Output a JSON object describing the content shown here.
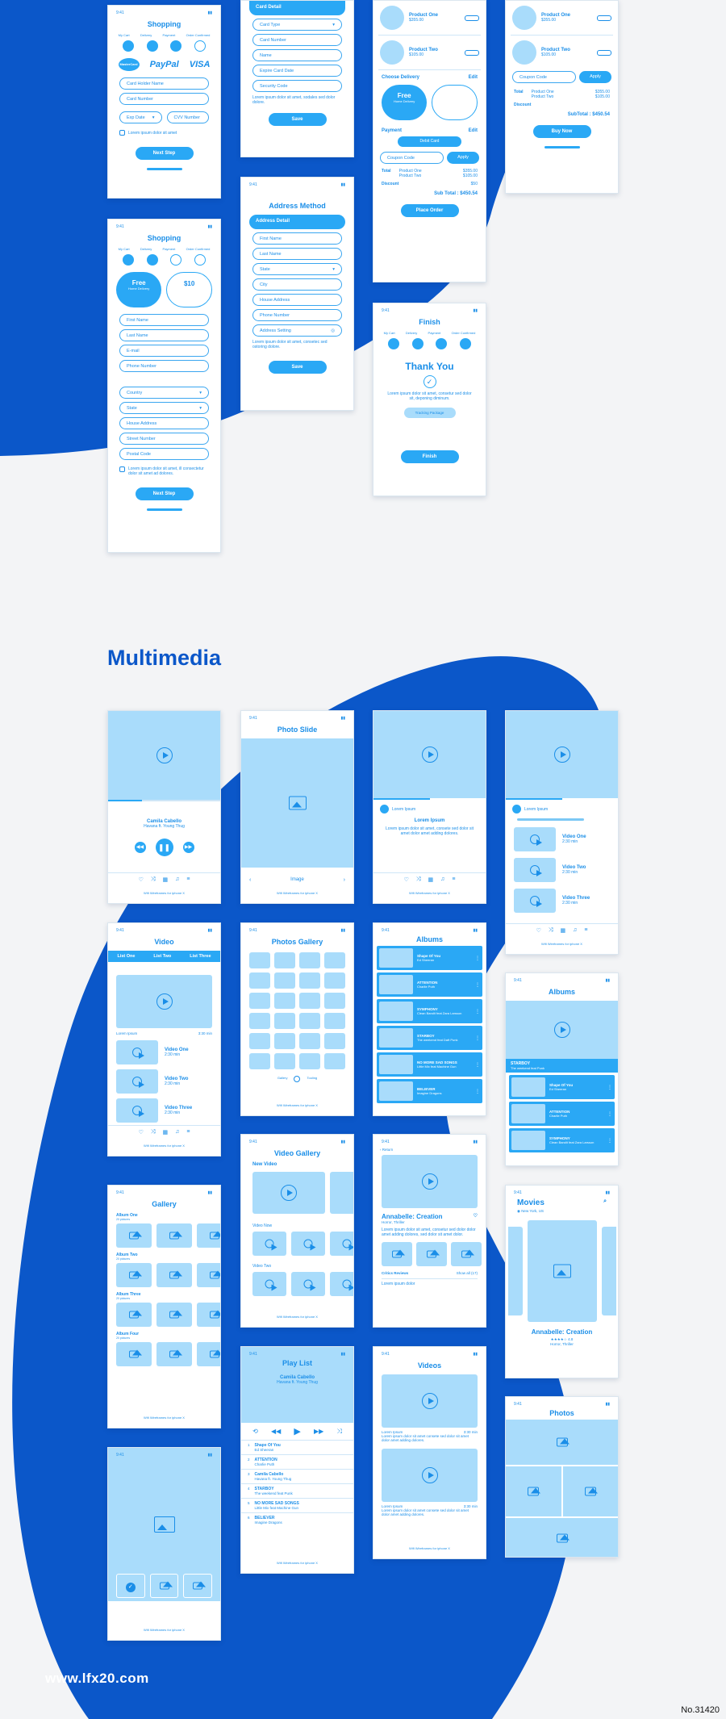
{
  "colors": {
    "bg": "#f3f4f6",
    "blue": "#0b57c9",
    "accent": "#2aa8f5",
    "light": "#a9dcfb"
  },
  "section_title": "Multimedia",
  "watermark": "www.lfx20.com",
  "number_label": "No.31420",
  "common": {
    "time": "9:41",
    "home_text": "Wifi Wireframes for iphone X"
  },
  "shop1": {
    "title": "Shopping",
    "steps": [
      "My Cart",
      "Delivery",
      "Payment",
      "Order Confirmed"
    ],
    "brands": [
      "MasterCard",
      "PayPal",
      "VISA"
    ],
    "fields": [
      "Card Holder Name",
      "Card Number",
      "Exp Date",
      "CVV Number"
    ],
    "check": "Lorem ipsum dolor sit amet",
    "button": "Next Step"
  },
  "shop2": {
    "title": "Shopping",
    "steps": [
      "My Cart",
      "Delivery",
      "Payment",
      "Order Confirmed"
    ],
    "free": "Free",
    "free_sub": "Home Delivery",
    "price": "$10",
    "fields": [
      "First Name",
      "Last Name",
      "E-mail",
      "Phone Number",
      "Country",
      "State",
      "House Address",
      "Street Number",
      "Postal Code"
    ],
    "check": "Lorem ipsum dolor sit amet, ill consectetur dolor sit amet ad dolores.",
    "button": "Next Step"
  },
  "card": {
    "header": "Card Detail",
    "fields": [
      "Card Type",
      "Card Number",
      "Name",
      "Expire Card Date",
      "Security Code"
    ],
    "text": "Lorem ipsum dolor sit amet, sodales sed dolor dolore.",
    "button": "Save"
  },
  "address": {
    "title": "Address Method",
    "header": "Address Detail",
    "fields": [
      "First Name",
      "Last Name",
      "State",
      "City",
      "House Address",
      "Phone Number",
      "Address Setting"
    ],
    "text": "Lorem ipsum dolor sit amet, consetec sed ostoring dolore.",
    "button": "Save"
  },
  "cart": {
    "products": [
      {
        "name": "Product One",
        "price": "$355.00"
      },
      {
        "name": "Product Two",
        "price": "$105.00"
      }
    ],
    "choose": "Choose Delivery",
    "edit": "Edit",
    "free": "Free",
    "free_sub": "Home Delivery",
    "payment": "Payment",
    "card": "Debit Card",
    "coupon": "Coupon Code",
    "apply": "Apply",
    "total": "Total",
    "p1": "Product One",
    "p2": "Product Two",
    "v1": "$355.00",
    "v2": "$105.00",
    "discount": "Discount",
    "dv": "$50",
    "subtotal": "Sub Total : $450.54",
    "button": "Place Order"
  },
  "cart2": {
    "products": [
      {
        "name": "Product One",
        "price": "$355.00"
      },
      {
        "name": "Product Two",
        "price": "$105.00"
      }
    ],
    "coupon": "Coupon Code",
    "apply": "Apply",
    "total": "Total",
    "p1": "Product One",
    "p2": "Product Two",
    "v1": "$355.00",
    "v2": "$105.00",
    "discount": "Discount",
    "subtotal": "SubTotal : $450.54",
    "button": "Buy Now"
  },
  "finish": {
    "title": "Finish",
    "steps": [
      "My Cart",
      "Delivery",
      "Payment",
      "Order Confirmed"
    ],
    "thanks": "Thank You",
    "text": "Lorem ipsum dolor sit amet, consetur sed dolor sit, deponing diminum.",
    "track": "Tracking Package",
    "button": "Finish"
  },
  "player1": {
    "artist": "Camila Cabello",
    "song": "Havana ft. Young Thug"
  },
  "photo_slide": {
    "title": "Photo Slide",
    "label": "Image"
  },
  "video_post": {
    "user": "Lorem Ipsum",
    "title": "Lorem Ipsum",
    "text": "Lorem ipsum dolor sit amet, consete sed dolor sit amet dolor amet adding dolores."
  },
  "video_list": {
    "user": "Lorem Ipsum",
    "items": [
      {
        "t": "Video One",
        "d": "2:30 min"
      },
      {
        "t": "Video Two",
        "d": "2:30 min"
      },
      {
        "t": "Video Three",
        "d": "2:30 min"
      }
    ]
  },
  "video_tabs": {
    "title": "Video",
    "tabs": [
      "List One",
      "List Two",
      "List Three"
    ],
    "caption": "Lorem Ipsum",
    "dur": "3:30 min",
    "items": [
      {
        "t": "Video One",
        "d": "2:30 min"
      },
      {
        "t": "Video Two",
        "d": "2:30 min"
      },
      {
        "t": "Video Three",
        "d": "2:30 min"
      }
    ]
  },
  "photos_gallery": {
    "title": "Photos Gallery",
    "sub": [
      "Gallery",
      "Tooling"
    ]
  },
  "albums": {
    "title": "Albums",
    "items": [
      {
        "t": "Shape Of You",
        "s": "Ed Sheeran"
      },
      {
        "t": "ATTENTION",
        "s": "Charlie Puth"
      },
      {
        "t": "SYMPHONY",
        "s": "Clean Bandit feat Zara Larsson"
      },
      {
        "t": "STARBOY",
        "s": "The weekend feat Daft Punk"
      },
      {
        "t": "NO MORE SAD SONGS",
        "s": "Little Mix feat Machine Gun"
      },
      {
        "t": "BELIEVER",
        "s": "Imagine Dragons"
      }
    ]
  },
  "albums2": {
    "title": "Albums",
    "feature": "STARBOY",
    "feature_sub": "The weekend feat Punk",
    "items": [
      {
        "t": "Shape Of You",
        "s": "Ed Sheeran"
      },
      {
        "t": "ATTENTION",
        "s": "Charlie Puth"
      },
      {
        "t": "SYMPHONY",
        "s": "Clean Bandit feat Zara Larsson"
      }
    ]
  },
  "gallery": {
    "title": "Gallery",
    "albums": [
      {
        "t": "Album One",
        "s": "20 pictures"
      },
      {
        "t": "Album Two",
        "s": "20 pictures"
      },
      {
        "t": "Album Three",
        "s": "20 pictures"
      },
      {
        "t": "Album Four",
        "s": "20 pictures"
      }
    ]
  },
  "video_gallery": {
    "title": "Video Gallery",
    "new": "New Video",
    "sec1": "Video Now",
    "sec2": "Video Two"
  },
  "movie_detail": {
    "back": "Return",
    "title": "Annabelle: Creation",
    "genre": "Horror, Thriller",
    "text": "Lorem ipsum dolor sit amet, consetur sed dolor dolor amet adding dolores, sed dolor sit amet dolor.",
    "critics": "Critics Reviews",
    "show": "Show all (17)",
    "footer": "Lorem ipsum dolor"
  },
  "movies": {
    "title": "Movies",
    "location": "New York, US",
    "movie": "Annabelle: Creation",
    "rating": "4.8",
    "genre": "Horror, Thriller"
  },
  "playlist": {
    "title": "Play List",
    "artist": "Camila Cabello",
    "song": "Havana ft. Young Thug",
    "items": [
      {
        "t": "Shape Of You",
        "s": "Ed Sheeran"
      },
      {
        "t": "ATTENTION",
        "s": "Charlie Puth"
      },
      {
        "t": "Camila Cabello",
        "s": "Havana ft. Young Thug"
      },
      {
        "t": "STARBOY",
        "s": "The weekend feat Punk"
      },
      {
        "t": "NO MORE SAD SONGS",
        "s": "Little Mix feat Machine Gun"
      },
      {
        "t": "BELIEVER",
        "s": "Imagine Dragons"
      }
    ]
  },
  "videos": {
    "title": "Videos",
    "items": [
      {
        "t": "Lorem Ipsum",
        "d": "3:30 min",
        "text": "Lorem ipsum dolor sit amet consete sed dolor sit amet dolor amet adding dolores."
      },
      {
        "t": "Lorem Ipsum",
        "d": "3:30 min",
        "text": "Lorem ipsum dolor sit amet consete sed dolor sit amet dolor amet adding dolores."
      }
    ]
  },
  "photos": {
    "title": "Photos"
  }
}
